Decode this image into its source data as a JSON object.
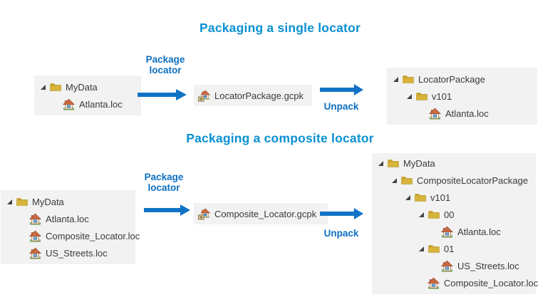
{
  "colors": {
    "title": "#0a90d2",
    "label": "#0d6fc0",
    "arrow": "#1173c5",
    "box_bg": "#f2f2f2",
    "folder": "#d8b43c",
    "tree_text": "#3a3a3a"
  },
  "sections": [
    {
      "title": "Packaging a single locator",
      "package_label": "Package\nlocator",
      "unpack_label": "Unpack",
      "source_tree": [
        {
          "depth": 0,
          "icon": "folder",
          "expander": true,
          "label": "MyData"
        },
        {
          "depth": 1,
          "icon": "loc",
          "expander": false,
          "label": "Atlanta.loc"
        }
      ],
      "package_tree": [
        {
          "depth": 0,
          "icon": "gcpk",
          "expander": false,
          "label": "LocatorPackage.gcpk"
        }
      ],
      "result_tree": [
        {
          "depth": 0,
          "icon": "folder",
          "expander": true,
          "label": "LocatorPackage"
        },
        {
          "depth": 1,
          "icon": "folder",
          "expander": true,
          "label": "v101"
        },
        {
          "depth": 2,
          "icon": "loc",
          "expander": false,
          "label": "Atlanta.loc"
        }
      ]
    },
    {
      "title": "Packaging a composite locator",
      "package_label": "Package\nlocator",
      "unpack_label": "Unpack",
      "source_tree": [
        {
          "depth": 0,
          "icon": "folder",
          "expander": true,
          "label": "MyData"
        },
        {
          "depth": 1,
          "icon": "loc",
          "expander": false,
          "label": "Atlanta.loc"
        },
        {
          "depth": 1,
          "icon": "loc",
          "expander": false,
          "label": "Composite_Locator.loc"
        },
        {
          "depth": 1,
          "icon": "loc",
          "expander": false,
          "label": "US_Streets.loc"
        }
      ],
      "package_tree": [
        {
          "depth": 0,
          "icon": "gcpk",
          "expander": false,
          "label": "Composite_Locator.gcpk"
        }
      ],
      "result_tree": [
        {
          "depth": 0,
          "icon": "folder",
          "expander": true,
          "label": "MyData"
        },
        {
          "depth": 1,
          "icon": "folder",
          "expander": true,
          "label": "CompositeLocatorPackage"
        },
        {
          "depth": 2,
          "icon": "folder",
          "expander": true,
          "label": "v101"
        },
        {
          "depth": 3,
          "icon": "folder",
          "expander": true,
          "label": "00"
        },
        {
          "depth": 4,
          "icon": "loc",
          "expander": false,
          "label": "Atlanta.loc"
        },
        {
          "depth": 3,
          "icon": "folder",
          "expander": true,
          "label": "01"
        },
        {
          "depth": 4,
          "icon": "loc",
          "expander": false,
          "label": "US_Streets.loc"
        },
        {
          "depth": 3,
          "icon": "loc",
          "expander": false,
          "label": "Composite_Locator.loc"
        }
      ]
    }
  ]
}
